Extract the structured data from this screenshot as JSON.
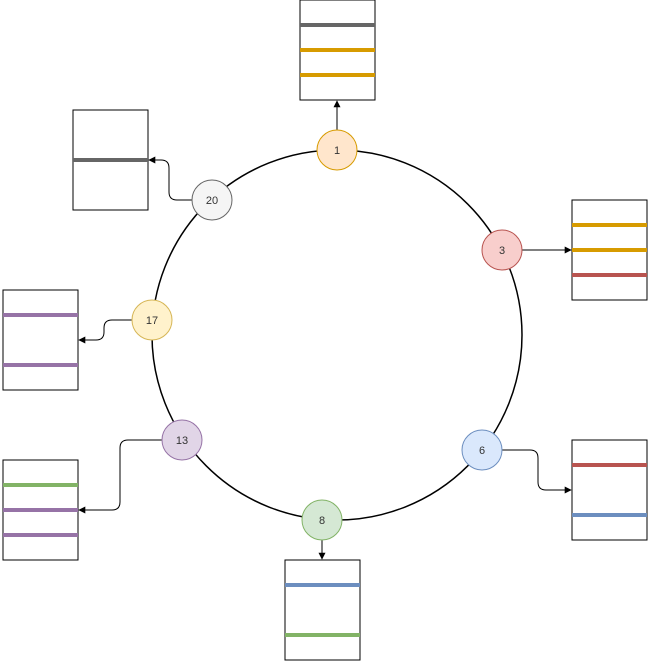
{
  "colors": {
    "gray": "#666666",
    "orange": "#d79b00",
    "red": "#b85450",
    "blue": "#6c8ebf",
    "green": "#82b366",
    "purple": "#9673a6",
    "yellow_fill": "#fff2cc",
    "orange_fill": "#ffe6cc",
    "red_fill": "#f8cecc",
    "blue_fill": "#dae8fc",
    "green_fill": "#d5e8d4",
    "purple_fill": "#e1d5e7",
    "gray_fill": "#f5f5f5",
    "yellow_stroke": "#d6b656",
    "gray_stroke": "#666666"
  },
  "nodes": [
    {
      "id": "n1",
      "label": "1",
      "fill": "orange_fill",
      "stroke": "orange"
    },
    {
      "id": "n3",
      "label": "3",
      "fill": "red_fill",
      "stroke": "red"
    },
    {
      "id": "n6",
      "label": "6",
      "fill": "blue_fill",
      "stroke": "blue"
    },
    {
      "id": "n8",
      "label": "8",
      "fill": "green_fill",
      "stroke": "green"
    },
    {
      "id": "n13",
      "label": "13",
      "fill": "purple_fill",
      "stroke": "purple"
    },
    {
      "id": "n17",
      "label": "17",
      "fill": "yellow_fill",
      "stroke": "yellow_stroke"
    },
    {
      "id": "n20",
      "label": "20",
      "fill": "gray_fill",
      "stroke": "gray_stroke"
    }
  ],
  "boxes": [
    {
      "node": "n1",
      "lines": [
        "gray",
        "orange",
        "orange"
      ]
    },
    {
      "node": "n3",
      "lines": [
        "orange",
        "orange",
        "red"
      ]
    },
    {
      "node": "n6",
      "lines": [
        "red",
        "blue"
      ]
    },
    {
      "node": "n8",
      "lines": [
        "blue",
        "green"
      ]
    },
    {
      "node": "n13",
      "lines": [
        "green",
        "purple",
        "purple"
      ]
    },
    {
      "node": "n17",
      "lines": [
        "purple",
        "purple"
      ]
    },
    {
      "node": "n20",
      "lines": [
        "gray"
      ]
    }
  ]
}
